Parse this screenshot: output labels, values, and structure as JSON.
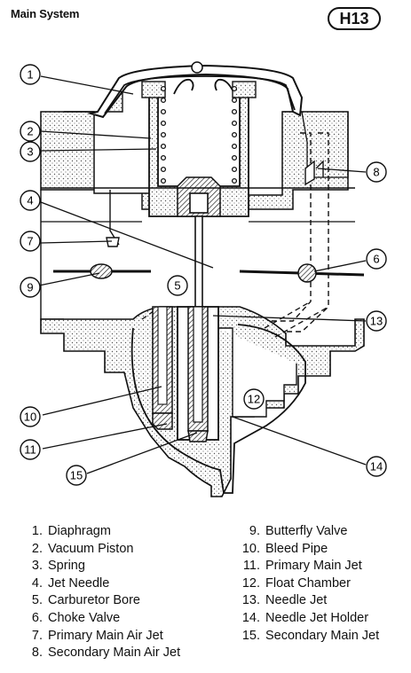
{
  "header": {
    "title": "Main System",
    "page_code": "H13"
  },
  "callouts": [
    "1",
    "2",
    "3",
    "4",
    "5",
    "6",
    "7",
    "8",
    "9",
    "10",
    "11",
    "12",
    "13",
    "14",
    "15"
  ],
  "legend": [
    {
      "num": "1.",
      "label": "Diaphragm"
    },
    {
      "num": "2.",
      "label": "Vacuum Piston"
    },
    {
      "num": "3.",
      "label": "Spring"
    },
    {
      "num": "4.",
      "label": "Jet Needle"
    },
    {
      "num": "5.",
      "label": "Carburetor Bore"
    },
    {
      "num": "6.",
      "label": "Choke Valve"
    },
    {
      "num": "7.",
      "label": "Primary Main Air Jet"
    },
    {
      "num": "8.",
      "label": "Secondary Main Air Jet"
    },
    {
      "num": "9.",
      "label": "Butterfly Valve"
    },
    {
      "num": "10.",
      "label": "Bleed Pipe"
    },
    {
      "num": "11.",
      "label": "Primary Main Jet"
    },
    {
      "num": "12.",
      "label": "Float Chamber"
    },
    {
      "num": "13.",
      "label": "Needle Jet"
    },
    {
      "num": "14.",
      "label": "Needle Jet Holder"
    },
    {
      "num": "15.",
      "label": "Secondary Main Jet"
    }
  ]
}
